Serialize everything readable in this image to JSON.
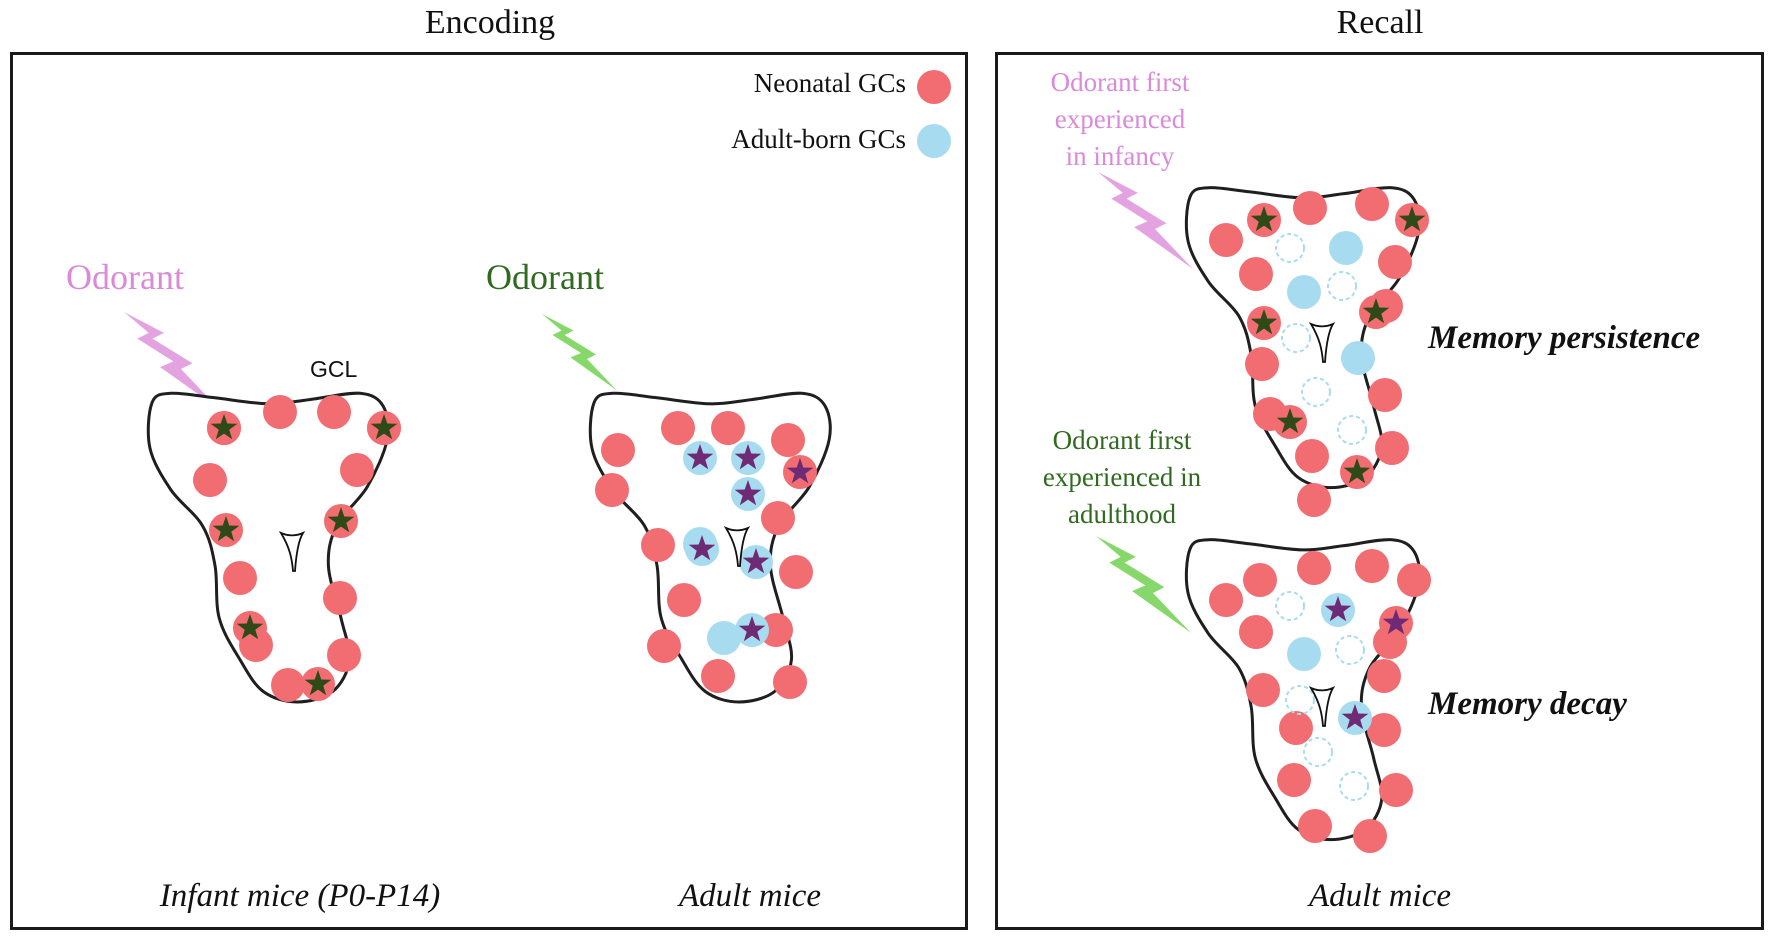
{
  "headings": {
    "encoding": "Encoding",
    "recall": "Recall"
  },
  "legend": {
    "neonatal": {
      "label": "Neonatal GCs",
      "color": "#f16d72"
    },
    "adult_born": {
      "label": "Adult-born GCs",
      "color": "#a7dcf0"
    }
  },
  "encoding": {
    "infant": {
      "odorant": "Odorant",
      "gcl_label": "GCL",
      "caption": "Infant mice (P0-P14)"
    },
    "adult": {
      "odorant": "Odorant",
      "caption": "Adult mice"
    }
  },
  "recall": {
    "persistence": {
      "stimulus": [
        "Odorant first",
        "experienced",
        "in infancy"
      ],
      "outcome": "Memory persistence"
    },
    "decay": {
      "stimulus": [
        "Odorant first",
        "experienced in",
        "adulthood"
      ],
      "outcome": "Memory decay"
    },
    "caption": "Adult mice"
  },
  "colors": {
    "infant_odorant": "#d98ad8",
    "adult_odorant": "#2f6b1f",
    "infant_bolt": "#e3a3e0",
    "adult_bolt": "#86d86a",
    "green_star": "#2f4a16",
    "purple_star": "#6f2a76",
    "outline": "#1f1f1f"
  }
}
